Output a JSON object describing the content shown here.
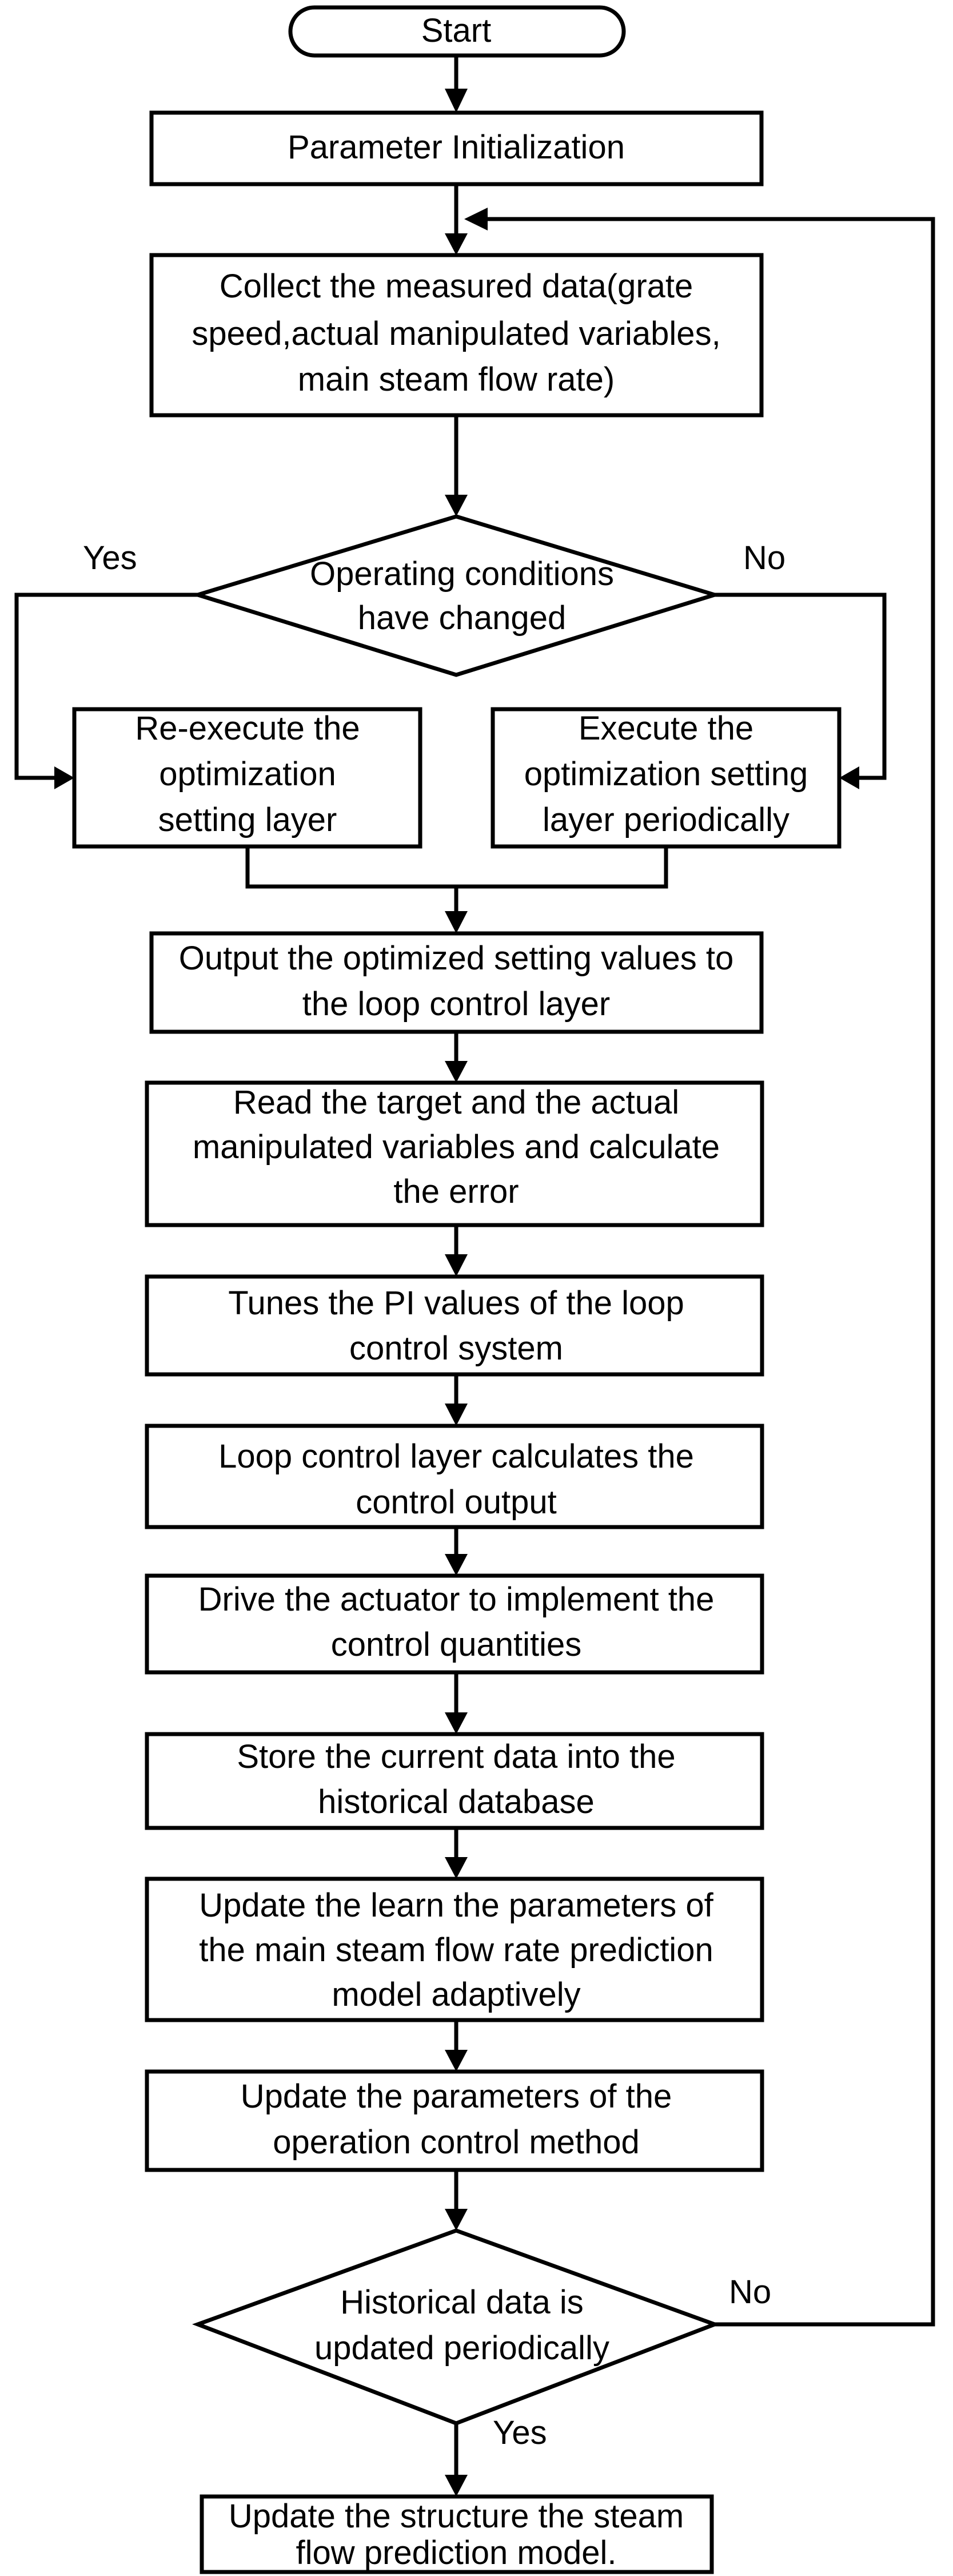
{
  "flowchart": {
    "start": "Start",
    "param_init": "Parameter Initialization",
    "collect": [
      "Collect the measured data(grate",
      "speed,actual manipulated variables,",
      "main steam flow rate)"
    ],
    "decision1": [
      "Operating conditions",
      "have changed"
    ],
    "decision1_yes": "Yes",
    "decision1_no": "No",
    "reexecute": [
      "Re-execute the",
      "optimization",
      "setting layer"
    ],
    "execute_periodic": [
      "Execute the",
      "optimization setting",
      "layer periodically"
    ],
    "output_values": [
      "Output the optimized setting values to",
      "the loop control layer"
    ],
    "read_target": [
      "Read the target and the actual",
      "manipulated variables and calculate",
      "the error"
    ],
    "tunes_pi": [
      "Tunes the PI values of the loop",
      "control system"
    ],
    "loop_calc": [
      "Loop control layer calculates the",
      "control output"
    ],
    "drive": [
      "Drive the actuator to implement the",
      "control quantities"
    ],
    "store": [
      "Store the current data into the",
      "historical database"
    ],
    "update_learn": [
      "Update the learn the parameters of",
      "the main steam flow rate prediction",
      "model adaptively"
    ],
    "update_params": [
      "Update the parameters of the",
      "operation control method"
    ],
    "decision2": [
      "Historical data is",
      "updated periodically"
    ],
    "decision2_yes": "Yes",
    "decision2_no": "No",
    "update_structure": [
      "Update the structure the steam",
      "flow prediction model."
    ]
  }
}
